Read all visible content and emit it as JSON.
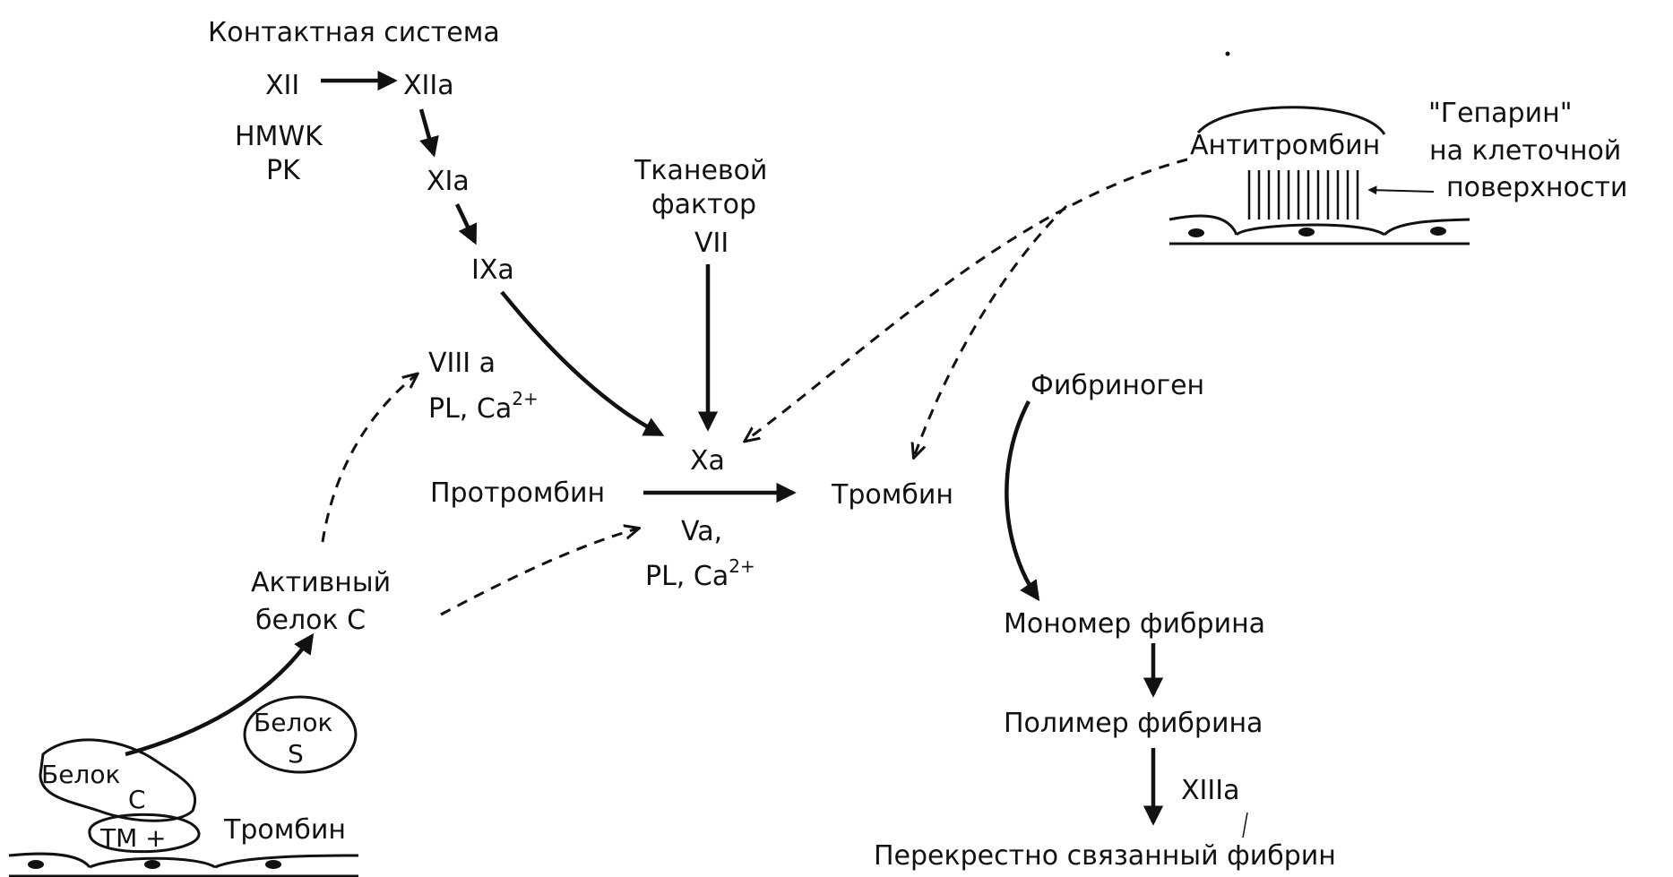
{
  "labels": {
    "contact_system": "Контактная система",
    "xii": "XII",
    "xiia": "XIIa",
    "hmwk": "HMWK",
    "pk": "PK",
    "xia": "XIa",
    "ixa": "IXa",
    "tissue_factor_1": "Тканевой",
    "tissue_factor_2": "фактор",
    "vii": "VII",
    "viiia": "VIII a",
    "pl_ca_1": "PL, Ca",
    "xa": "Xa",
    "prothrombin": "Протромбин",
    "thrombin": "Тромбин",
    "va": "Va,",
    "pl_ca_2": "PL, Ca",
    "ca_charge": "2+",
    "active_protein_c_1": "Активный",
    "active_protein_c_2": "белок   C",
    "protein_s_1": "Белок",
    "protein_s_2": "S",
    "protein_c_1": "Белок",
    "protein_c_2": "C",
    "tm": "TM +",
    "thrombin_bottom": "Тромбин",
    "antithrombin": "Антитромбин",
    "heparin": "\"Гепарин\"",
    "on_cell_1": "на клеточной",
    "on_cell_2": "поверхности",
    "fibrinogen": "Фибриноген",
    "fibrin_monomer": "Мономер фибрина",
    "fibrin_polymer": "Полимер фибрина",
    "xiiia": "XIIIa",
    "crosslinked_fibrin": "Перекрестно связанный фибрин"
  }
}
